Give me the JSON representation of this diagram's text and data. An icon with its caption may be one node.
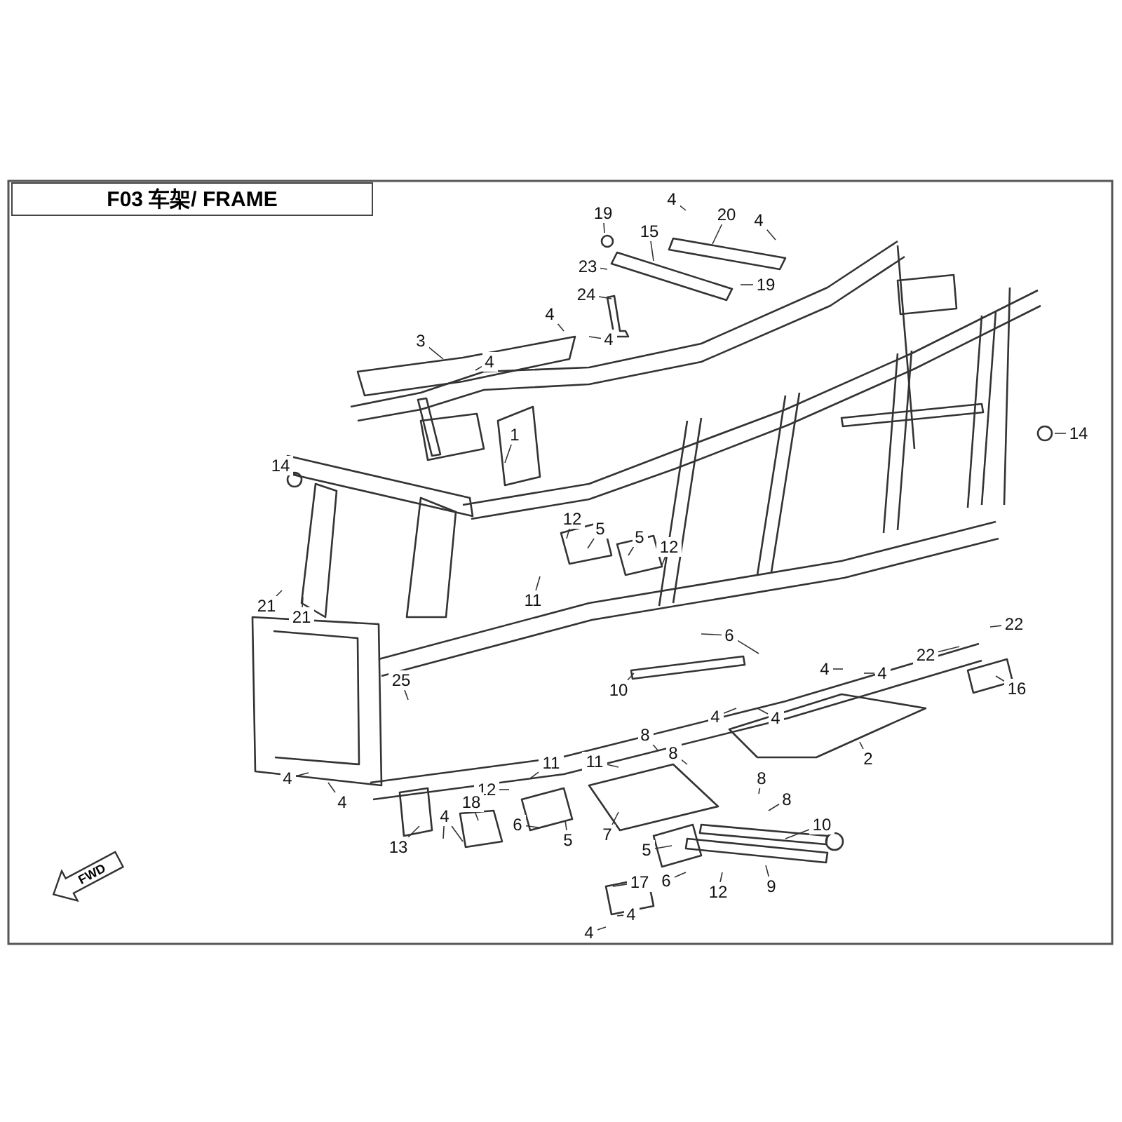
{
  "diagram": {
    "title": "F03 车架/ FRAME",
    "nodes": [
      {
        "text": [
          "19"
        ]
      },
      {
        "text": [
          "4"
        ]
      },
      {
        "text": [
          "20"
        ]
      },
      {
        "text": [
          "4"
        ]
      },
      {
        "text": [
          "15"
        ]
      },
      {
        "text": [
          "23"
        ]
      },
      {
        "text": [
          "19"
        ]
      },
      {
        "text": [
          "24"
        ]
      },
      {
        "text": [
          "4"
        ]
      },
      {
        "text": [
          "4"
        ]
      },
      {
        "text": [
          "3"
        ]
      },
      {
        "text": [
          "4"
        ]
      },
      {
        "text": [
          "14"
        ]
      },
      {
        "text": [
          "1"
        ]
      },
      {
        "text": [
          "14"
        ]
      },
      {
        "text": [
          "12"
        ]
      },
      {
        "text": [
          "5"
        ]
      },
      {
        "text": [
          "5"
        ]
      },
      {
        "text": [
          "12"
        ]
      },
      {
        "text": [
          "11"
        ]
      },
      {
        "text": [
          "21"
        ]
      },
      {
        "text": [
          "21"
        ]
      },
      {
        "text": [
          "22"
        ]
      },
      {
        "text": [
          "6"
        ]
      },
      {
        "text": [
          "22"
        ]
      },
      {
        "text": [
          "4"
        ]
      },
      {
        "text": [
          "4"
        ]
      },
      {
        "text": [
          "25"
        ]
      },
      {
        "text": [
          "16"
        ]
      },
      {
        "text": [
          "10"
        ]
      },
      {
        "text": [
          "4"
        ]
      },
      {
        "text": [
          "4"
        ]
      },
      {
        "text": [
          "8"
        ]
      },
      {
        "text": [
          "8"
        ]
      },
      {
        "text": [
          "2"
        ]
      },
      {
        "text": [
          "11"
        ]
      },
      {
        "text": [
          "11"
        ]
      },
      {
        "text": [
          "8"
        ]
      },
      {
        "text": [
          "4"
        ]
      },
      {
        "text": [
          "12"
        ]
      },
      {
        "text": [
          "8"
        ]
      },
      {
        "text": [
          "4"
        ]
      },
      {
        "text": [
          "18"
        ]
      },
      {
        "text": [
          "4"
        ]
      },
      {
        "text": [
          "10"
        ]
      },
      {
        "text": [
          "6"
        ]
      },
      {
        "text": [
          "7"
        ]
      },
      {
        "text": [
          "5"
        ]
      },
      {
        "text": [
          "13"
        ]
      },
      {
        "text": [
          "5"
        ]
      },
      {
        "text": [
          "6"
        ]
      },
      {
        "text": [
          "17"
        ]
      },
      {
        "text": [
          "9"
        ]
      },
      {
        "text": [
          "12"
        ]
      },
      {
        "text": [
          "4"
        ]
      },
      {
        "text": [
          "4"
        ]
      }
    ],
    "edges": [
      {
        "from": 0,
        "to": null,
        "arrow": "none"
      },
      {
        "from": 1,
        "to": null,
        "arrow": "none"
      },
      {
        "from": 2,
        "to": null,
        "arrow": "none"
      },
      {
        "from": 3,
        "to": null,
        "arrow": "none"
      },
      {
        "from": 4,
        "to": null,
        "arrow": "none"
      },
      {
        "from": 5,
        "to": null,
        "arrow": "none"
      },
      {
        "from": 6,
        "to": null,
        "arrow": "none"
      },
      {
        "from": 7,
        "to": null,
        "arrow": "none"
      },
      {
        "from": 8,
        "to": null,
        "arrow": "none"
      },
      {
        "from": 9,
        "to": null,
        "arrow": "none"
      },
      {
        "from": 10,
        "to": null,
        "arrow": "none"
      },
      {
        "from": 11,
        "to": null,
        "arrow": "none"
      },
      {
        "from": 12,
        "to": null,
        "arrow": "none"
      },
      {
        "from": 13,
        "to": null,
        "arrow": "none"
      },
      {
        "from": 14,
        "to": null,
        "arrow": "none"
      },
      {
        "from": 15,
        "to": null,
        "arrow": "none"
      },
      {
        "from": 16,
        "to": null,
        "arrow": "none"
      },
      {
        "from": 17,
        "to": null,
        "arrow": "none"
      },
      {
        "from": 18,
        "to": null,
        "arrow": "none"
      },
      {
        "from": 19,
        "to": null,
        "arrow": "none"
      },
      {
        "from": 20,
        "to": null,
        "arrow": "none"
      },
      {
        "from": 21,
        "to": null,
        "arrow": "none"
      },
      {
        "from": 22,
        "to": null,
        "arrow": "none"
      },
      {
        "from": 23,
        "to": null,
        "arrow": "none"
      },
      {
        "from": 24,
        "to": null,
        "arrow": "none"
      },
      {
        "from": 25,
        "to": null,
        "arrow": "none"
      },
      {
        "from": 26,
        "to": null,
        "arrow": "none"
      },
      {
        "from": 27,
        "to": null,
        "arrow": "none"
      },
      {
        "from": 28,
        "to": null,
        "arrow": "none"
      },
      {
        "from": 29,
        "to": null,
        "arrow": "none"
      },
      {
        "from": 30,
        "to": null,
        "arrow": "none"
      },
      {
        "from": 31,
        "to": null,
        "arrow": "none"
      },
      {
        "from": 32,
        "to": null,
        "arrow": "none"
      },
      {
        "from": 33,
        "to": null,
        "arrow": "none"
      },
      {
        "from": 34,
        "to": null,
        "arrow": "none"
      },
      {
        "from": 35,
        "to": null,
        "arrow": "none"
      },
      {
        "from": 36,
        "to": null,
        "arrow": "none"
      },
      {
        "from": 37,
        "to": null,
        "arrow": "none"
      },
      {
        "from": 38,
        "to": null,
        "arrow": "none"
      },
      {
        "from": 39,
        "to": null,
        "arrow": "none"
      },
      {
        "from": 40,
        "to": null,
        "arrow": "none"
      },
      {
        "from": 41,
        "to": null,
        "arrow": "none"
      },
      {
        "from": 42,
        "to": null,
        "arrow": "none"
      },
      {
        "from": 43,
        "to": null,
        "arrow": "none"
      },
      {
        "from": 44,
        "to": null,
        "arrow": "none"
      },
      {
        "from": 45,
        "to": null,
        "arrow": "none"
      },
      {
        "from": 46,
        "to": null,
        "arrow": "none"
      },
      {
        "from": 47,
        "to": null,
        "arrow": "none"
      },
      {
        "from": 48,
        "to": null,
        "arrow": "none"
      },
      {
        "from": 49,
        "to": null,
        "arrow": "none"
      },
      {
        "from": 50,
        "to": null,
        "arrow": "none"
      },
      {
        "from": 51,
        "to": null,
        "arrow": "none"
      },
      {
        "from": 52,
        "to": null,
        "arrow": "none"
      },
      {
        "from": 53,
        "to": null,
        "arrow": "none"
      },
      {
        "from": 54,
        "to": null,
        "arrow": "none"
      },
      {
        "from": 55,
        "to": null,
        "arrow": "none"
      },
      {
        "from": 23,
        "to": null,
        "arrow": "none"
      },
      {
        "from": 43,
        "to": null,
        "arrow": "none"
      }
    ],
    "labels": [
      "FWD"
    ]
  }
}
